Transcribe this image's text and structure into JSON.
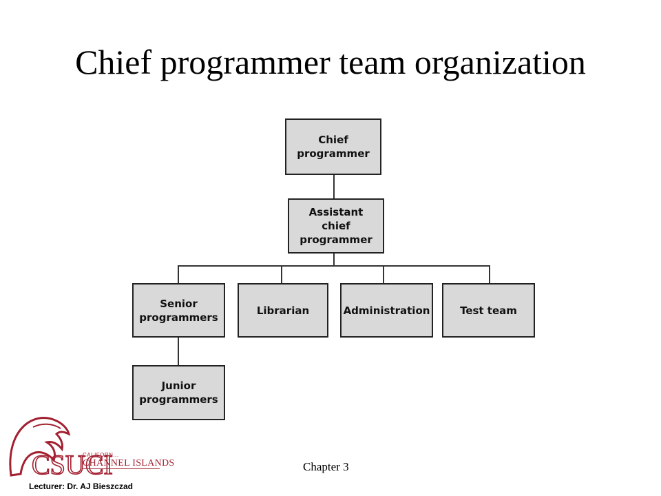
{
  "slide": {
    "title": "Chief programmer team organization",
    "chapter": "Chapter 3",
    "lecturer": "Lecturer: Dr. AJ Bieszczad"
  },
  "logo": {
    "line1": "CALIFORN...",
    "line2": "CHANNEL ISLANDS",
    "color": "#a32031"
  },
  "org_chart": {
    "nodes": {
      "chief": "Chief programmer",
      "assistant": "Assistant chief programmer",
      "senior": "Senior programmers",
      "librarian": "Librarian",
      "administration": "Administration",
      "test": "Test team",
      "junior": "Junior programmers"
    },
    "edges": [
      [
        "chief",
        "assistant"
      ],
      [
        "assistant",
        "senior"
      ],
      [
        "assistant",
        "librarian"
      ],
      [
        "assistant",
        "administration"
      ],
      [
        "assistant",
        "test"
      ],
      [
        "senior",
        "junior"
      ]
    ],
    "box_color": "#d9d9d9",
    "line_color": "#333333"
  }
}
